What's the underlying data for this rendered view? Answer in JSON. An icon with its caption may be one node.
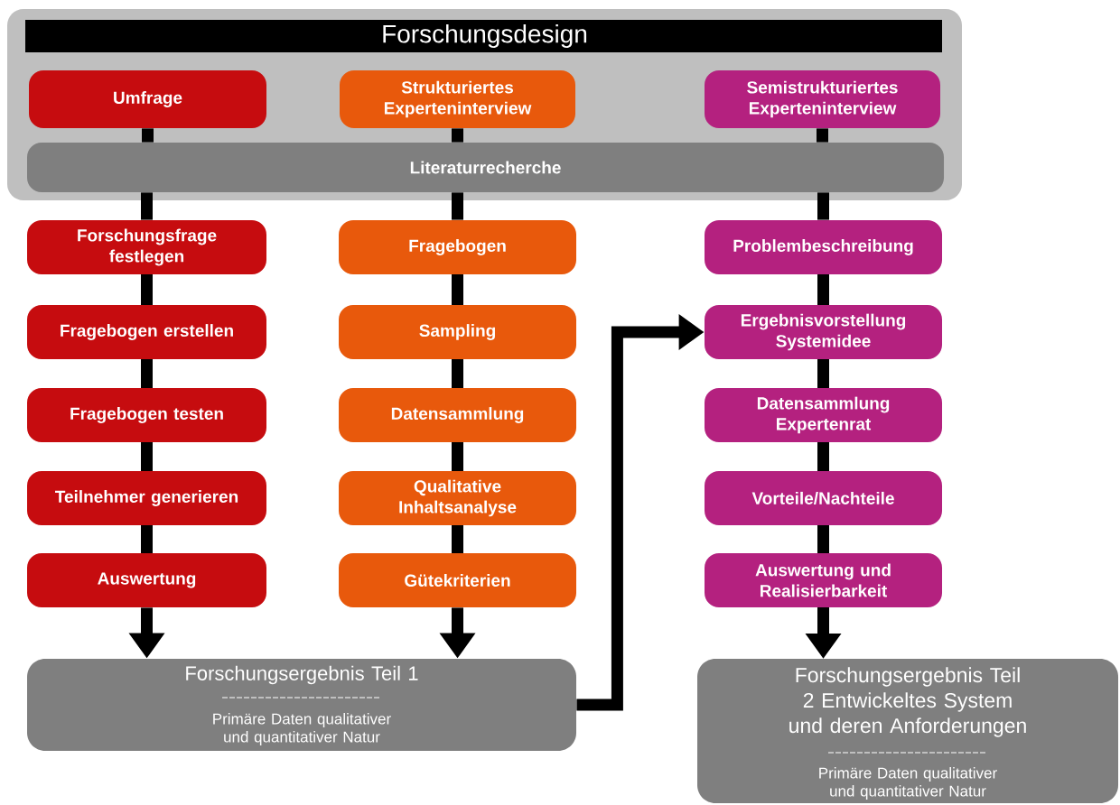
{
  "diagram": {
    "nodes": [
      {
        "text": [
          "Forschungsdesign"
        ]
      },
      {
        "text": [
          "Umfrage"
        ],
        "in": 0
      },
      {
        "text": [
          "Strukturiertes Experteninterview"
        ],
        "in": 0
      },
      {
        "text": [
          "Semistrukturiertes Experteninterview"
        ],
        "in": 0
      },
      {
        "text": [
          "Literaturrecherche"
        ],
        "in": 0
      },
      {
        "text": [
          "Forschungsfrage festlegen"
        ]
      },
      {
        "text": [
          "Fragebogen"
        ]
      },
      {
        "text": [
          "Problembeschreibung"
        ]
      },
      {
        "text": [
          "Fragebogen erstellen"
        ]
      },
      {
        "text": [
          "Sampling"
        ]
      },
      {
        "text": [
          "Ergebnisvorstellung Systemidee"
        ]
      },
      {
        "text": [
          "Fragebogen testen"
        ]
      },
      {
        "text": [
          "Datensammlung"
        ]
      },
      {
        "text": [
          "Datensammlung Expertenrat"
        ]
      },
      {
        "text": [
          "Teilnehmer generieren"
        ]
      },
      {
        "text": [
          "Qualitative Inhaltsanalyse"
        ]
      },
      {
        "text": [
          "Vorteile/Nachteile"
        ]
      },
      {
        "text": [
          "Auswertung"
        ]
      },
      {
        "text": [
          "Gütekriterien"
        ]
      },
      {
        "text": [
          "Auswertung und Realisierbarkeit"
        ]
      },
      {
        "text": [
          "Forschungsergebnis Teil 1",
          "Primäre Daten qualitativer und quantitativer Natur"
        ]
      },
      {
        "text": [
          "Forschungsergebnis Teil 2 Entwickeltes System und deren Anforderungen",
          "Primäre Daten qualitativer und quantitativer Natur"
        ]
      }
    ],
    "edges": [
      {
        "from": 1,
        "to": 4,
        "arrow": "none"
      },
      {
        "from": 2,
        "to": 4,
        "arrow": "none"
      },
      {
        "from": 3,
        "to": 4,
        "arrow": "none"
      },
      {
        "from": 4,
        "to": 5,
        "arrow": "none"
      },
      {
        "from": 4,
        "to": 6,
        "arrow": "none"
      },
      {
        "from": 4,
        "to": 7,
        "arrow": "none"
      },
      {
        "from": 5,
        "to": 8,
        "arrow": "none"
      },
      {
        "from": 8,
        "to": 11,
        "arrow": "none"
      },
      {
        "from": 11,
        "to": 14,
        "arrow": "none"
      },
      {
        "from": 14,
        "to": 17,
        "arrow": "none"
      },
      {
        "from": 17,
        "to": 20,
        "arrow": "to"
      },
      {
        "from": 6,
        "to": 9,
        "arrow": "none"
      },
      {
        "from": 9,
        "to": 12,
        "arrow": "none"
      },
      {
        "from": 12,
        "to": 15,
        "arrow": "none"
      },
      {
        "from": 15,
        "to": 18,
        "arrow": "none"
      },
      {
        "from": 18,
        "to": 20,
        "arrow": "to"
      },
      {
        "from": 7,
        "to": 10,
        "arrow": "none"
      },
      {
        "from": 10,
        "to": 13,
        "arrow": "none"
      },
      {
        "from": 13,
        "to": 16,
        "arrow": "none"
      },
      {
        "from": 16,
        "to": 19,
        "arrow": "none"
      },
      {
        "from": 19,
        "to": 21,
        "arrow": "to"
      },
      {
        "from": 20,
        "to": 10,
        "arrow": "to"
      }
    ]
  }
}
